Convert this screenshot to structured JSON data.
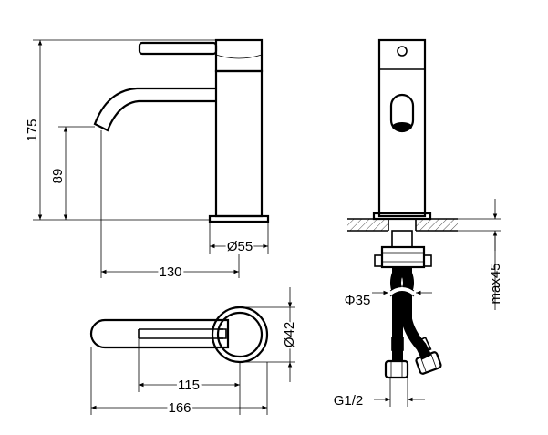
{
  "dimensions": {
    "height_total": "175",
    "height_spout": "89",
    "base_diameter": "Ø55",
    "spout_reach": "130",
    "max_counter": "max45",
    "hole_diameter": "Φ35",
    "handle_diameter": "Ø42",
    "lever_length": "115",
    "total_length": "166",
    "thread": "G1/2"
  }
}
